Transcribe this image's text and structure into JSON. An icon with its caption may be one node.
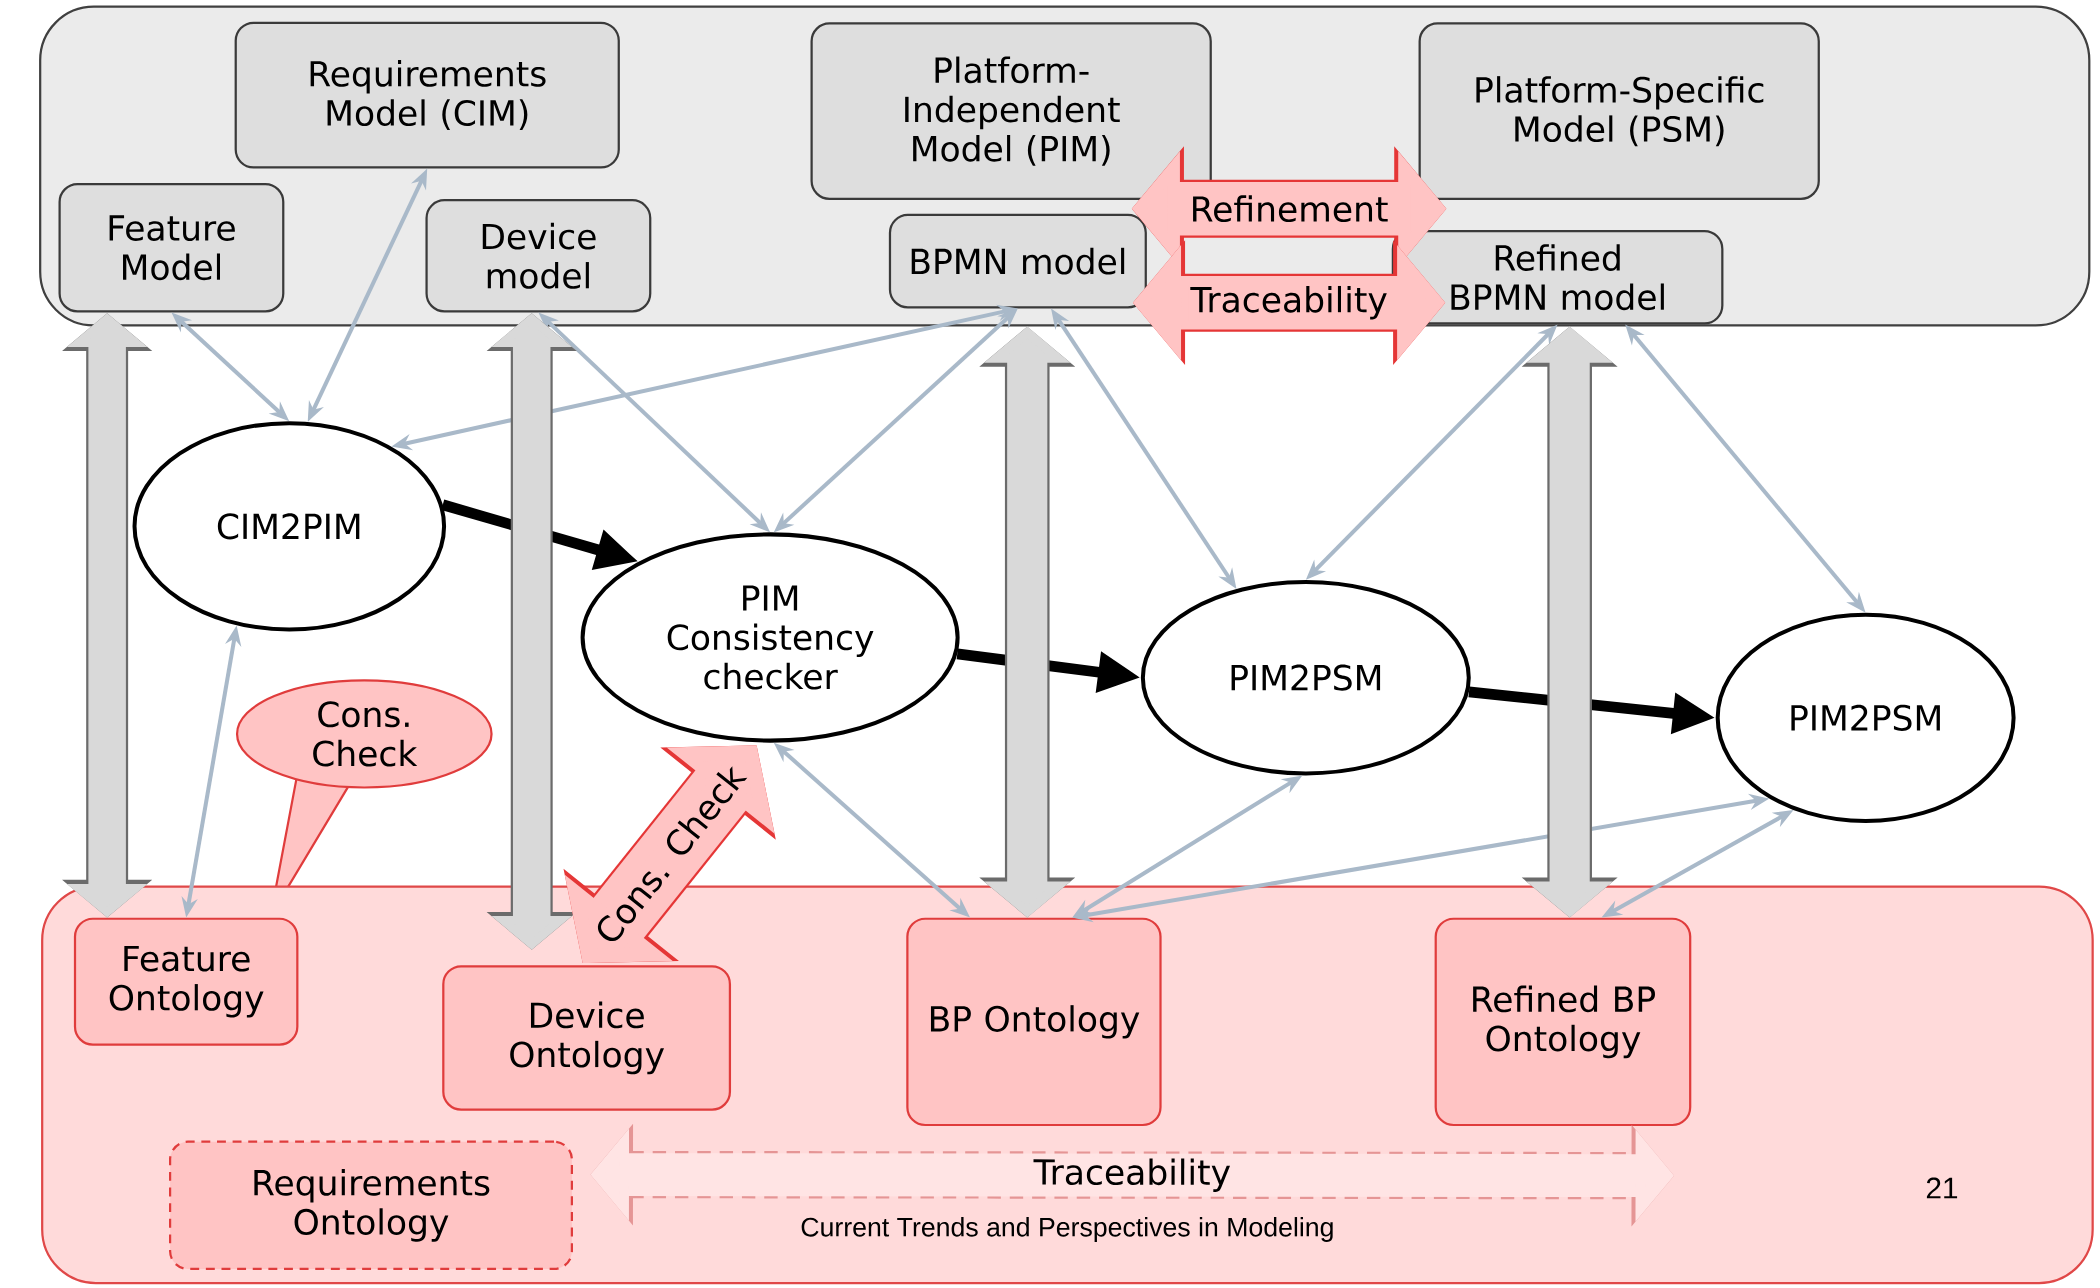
{
  "diagram": {
    "nodes": [
      {
        "text": [],
        "shape": "box"
      },
      {
        "text": [
          "Requirements Model (CIM)"
        ],
        "in": 0
      },
      {
        "text": [
          "Platform-Independent Model (PIM)"
        ],
        "in": 0
      },
      {
        "text": [
          "Platform-Specific Model (PSM)"
        ],
        "in": 0
      },
      {
        "text": [
          "Feature Model"
        ],
        "in": 0
      },
      {
        "text": [
          "Device model"
        ],
        "in": 0
      },
      {
        "text": [
          "BPMN model"
        ],
        "in": 0
      },
      {
        "text": [
          "Refined BPMN model"
        ],
        "in": 0
      },
      {
        "text": [
          "CIM2PIM"
        ]
      },
      {
        "text": [
          "PIM Consistency checker"
        ]
      },
      {
        "text": [
          "PIM2PSM"
        ]
      },
      {
        "text": [
          "PIM2PSM"
        ]
      },
      {
        "text": [
          "Cons. Check"
        ]
      },
      {
        "text": [],
        "shape": "box"
      },
      {
        "text": [
          "Feature Ontology"
        ],
        "in": 13
      },
      {
        "text": [
          "Device Ontology"
        ],
        "in": 13
      },
      {
        "text": [
          "BP Ontology"
        ],
        "in": 13
      },
      {
        "text": [
          "Refined BP Ontology"
        ],
        "in": 13
      },
      {
        "text": [
          "Requirements Ontology"
        ],
        "in": 13
      }
    ],
    "edges": [
      {
        "from": 4,
        "to": 8,
        "arrow": "both"
      },
      {
        "from": 1,
        "to": 8,
        "arrow": "both"
      },
      {
        "from": 6,
        "to": 8,
        "arrow": "both"
      },
      {
        "from": 5,
        "to": 9,
        "arrow": "both"
      },
      {
        "from": 6,
        "to": 9,
        "arrow": "both"
      },
      {
        "from": 6,
        "to": 10,
        "arrow": "both"
      },
      {
        "from": 7,
        "to": 10,
        "arrow": "both"
      },
      {
        "from": 7,
        "to": 11,
        "arrow": "both"
      },
      {
        "from": 8,
        "to": 14,
        "arrow": "both"
      },
      {
        "from": 9,
        "to": 16,
        "arrow": "both"
      },
      {
        "from": 10,
        "to": 16,
        "arrow": "both"
      },
      {
        "from": 11,
        "to": 16,
        "arrow": "both"
      },
      {
        "from": 11,
        "to": 17,
        "arrow": "both"
      },
      {
        "from": 8,
        "to": 9,
        "arrow": "to",
        "style": "thick",
        "color": "#000000"
      },
      {
        "from": 9,
        "to": 10,
        "arrow": "to",
        "style": "thick",
        "color": "#000000"
      },
      {
        "from": 10,
        "to": 11,
        "arrow": "to",
        "style": "thick",
        "color": "#000000"
      },
      {
        "from": 4,
        "to": 14,
        "arrow": "both",
        "style": "thick",
        "color": "#d9d9d9"
      },
      {
        "from": 5,
        "to": 15,
        "arrow": "both",
        "style": "thick",
        "color": "#d9d9d9"
      },
      {
        "from": 6,
        "to": 16,
        "arrow": "both",
        "style": "thick",
        "color": "#d9d9d9"
      },
      {
        "from": 7,
        "to": 17,
        "arrow": "both",
        "style": "thick",
        "color": "#d9d9d9"
      },
      {
        "from": 2,
        "to": 3,
        "arrow": "both",
        "label": "Refinement",
        "style": "thick",
        "color": "#ffc4c4"
      },
      {
        "from": 6,
        "to": 7,
        "arrow": "both",
        "label": "Traceability",
        "style": "thick",
        "color": "#ffc4c4"
      },
      {
        "from": 15,
        "to": 9,
        "arrow": "both",
        "label": "Cons. Check",
        "style": "thick",
        "color": "#ffc4c4"
      },
      {
        "from": 18,
        "to": 17,
        "arrow": "both",
        "label": "Traceability",
        "style": "thick",
        "color": "#ffe4e4"
      }
    ],
    "labels": [
      "Current Trends and Perspectives in Modeling",
      "21"
    ]
  }
}
